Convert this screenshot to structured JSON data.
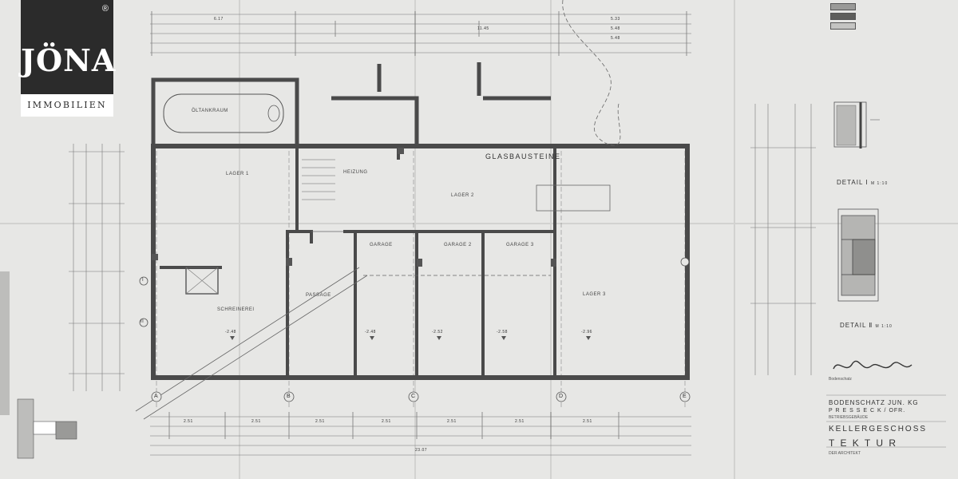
{
  "logo": {
    "brand": "JÖNA",
    "registered": "®",
    "subtitle": "IMMOBILIEN"
  },
  "plan": {
    "rooms": {
      "oeltank": "ÖLTANKRAUM",
      "lager1": "LAGER 1",
      "lager2": "LAGER 2",
      "lager3": "LAGER 3",
      "garage1": "GARAGE",
      "garage2": "GARAGE 2",
      "garage3": "GARAGE 3",
      "passage": "PASSAGE",
      "schreinerei": "SCHREINEREI",
      "heizung": "HEIZUNG",
      "glasbausteine": "GLASBAUSTEINE"
    },
    "axes": [
      "A",
      "B",
      "C",
      "D",
      "E"
    ],
    "side_axes": [
      "I",
      "II"
    ],
    "top_dims": [
      "6.17",
      "11.45",
      "5.33",
      "5.48",
      "5.48"
    ],
    "bottom_dims": [
      "2.51",
      "2.51",
      "2.51",
      "2.51",
      "2.51",
      "2.51",
      "2.51"
    ],
    "bottom_total": "23.07",
    "elevations": [
      "-2.48",
      "-2.48",
      "-2.52",
      "-2.58",
      "-2.96"
    ],
    "detail1": "DETAIL Ⅰ",
    "detail2": "DETAIL Ⅱ",
    "detail_scale": "M 1:10"
  },
  "title_block": {
    "signature": "Bodenschatz",
    "company": "BODENSCHATZ  JUN. KG",
    "location": "P R E S S E C K / OFR.",
    "building": "BETRIEBSGEBÄUDE",
    "sheet": "KELLERGESCHOSS",
    "tektur": "T E K T U R",
    "architect": "DER ARCHITEKT"
  },
  "colors": {
    "paper": "#e7e7e5",
    "wall": "#4a4a4a",
    "line": "#6a6a6a",
    "logo_bg": "#2b2b2b"
  }
}
